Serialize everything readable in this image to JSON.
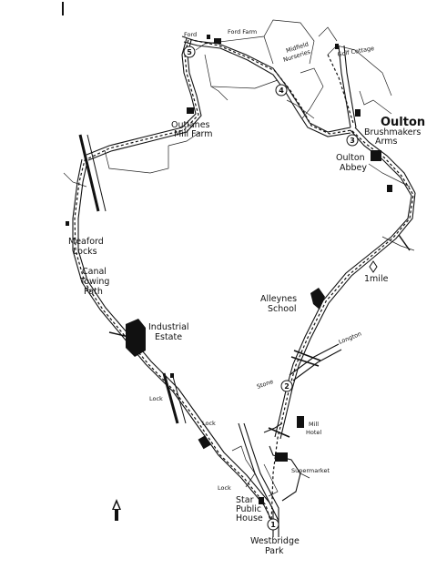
{
  "labels": {
    "ford": "Ford",
    "ford_farm": "Ford Farm",
    "midfield_nurseries": "Midfield Nurseries",
    "golf_cottage": "Golf Cottage",
    "oulton": "Oulton",
    "brushmakers_arms": "Brushmakers Arms",
    "oulton_abbey": "Oulton Abbey",
    "outlanes_mill_farm": "Outlanes Mill Farm",
    "meaford_locks": "Meaford Locks",
    "canal_towing_path": "Canal Towing Path",
    "alleynes_school": "Alleynes School",
    "one_mile": "1mile",
    "longton": "Longton",
    "stone": "Stone",
    "industrial_estate": "Industrial Estate",
    "lock_1": "Lock",
    "lock_2": "Lock",
    "lock_3": "Lock",
    "mill_hotel": "Mill Hotel",
    "supermarket": "Supermarket",
    "star_public_house": "Star Public House",
    "westbridge_park": "Westbridge Park"
  },
  "waypoints": [
    "1",
    "2",
    "3",
    "4",
    "5"
  ],
  "icons": {
    "north_arrow": "north-arrow-icon",
    "distance_marker": "diamond-marker-icon"
  },
  "colors": {
    "ink": "#111111",
    "paper": "#ffffff"
  }
}
